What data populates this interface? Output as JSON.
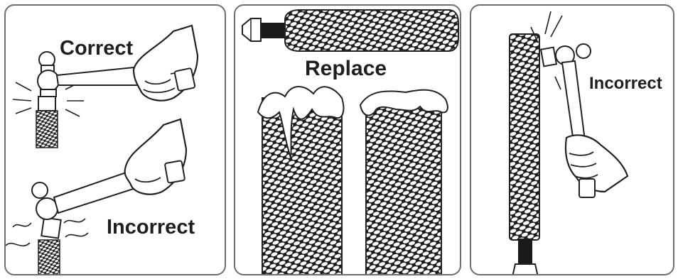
{
  "panels": [
    {
      "caption": "Correct",
      "caption2": "Incorrect"
    },
    {
      "caption": "Replace"
    },
    {
      "caption": "Incorrect"
    }
  ]
}
